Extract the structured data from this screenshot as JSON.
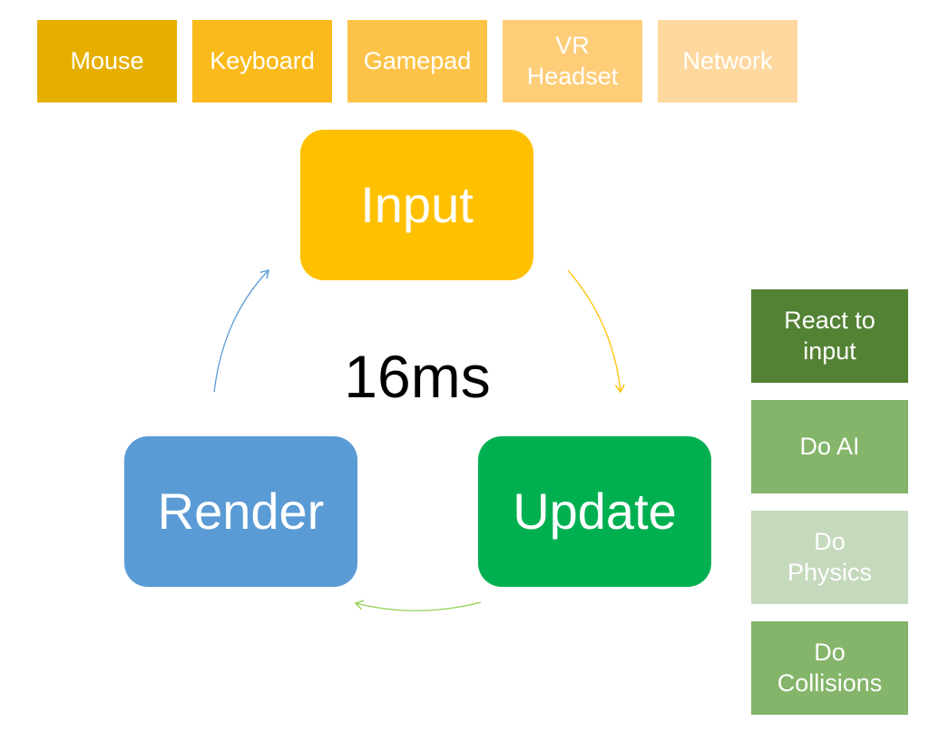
{
  "devices": [
    {
      "label": "Mouse",
      "color": "#E6AF00"
    },
    {
      "label": "Keyboard",
      "color": "#FBBA1B"
    },
    {
      "label": "Gamepad",
      "color": "#FDC349"
    },
    {
      "label": "VR\nHeadset",
      "color": "#FECD78"
    },
    {
      "label": "Network",
      "color": "#FFD89F"
    }
  ],
  "cycle": {
    "label": "16ms",
    "stages": {
      "input": {
        "label": "Input",
        "color": "#FFC000"
      },
      "update": {
        "label": "Update",
        "color": "#00B050"
      },
      "render": {
        "label": "Render",
        "color": "#5B9BD5"
      }
    },
    "arrow_colors": {
      "input_to_update": "#FFC000",
      "update_to_render": "#92D050",
      "render_to_input": "#5B9BD5"
    }
  },
  "tasks": [
    {
      "label": "React to\ninput",
      "color": "#548235"
    },
    {
      "label": "Do AI",
      "color": "#84B56A"
    },
    {
      "label": "Do\nPhysics",
      "color": "#C5D9BC"
    },
    {
      "label": "Do\nCollisions",
      "color": "#84B56A"
    }
  ]
}
